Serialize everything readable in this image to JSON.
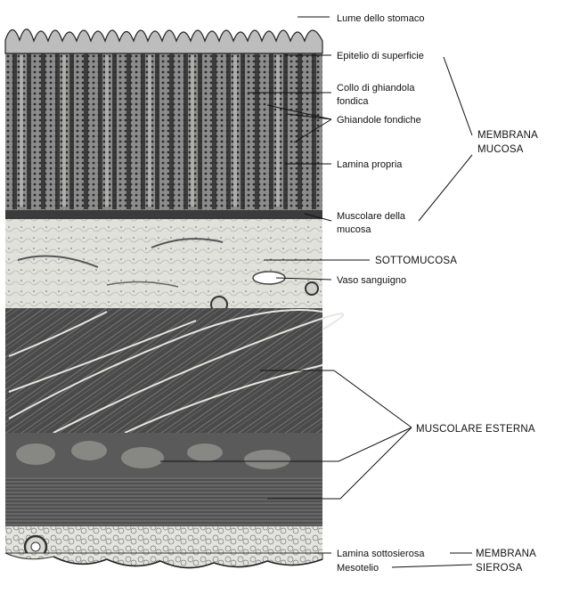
{
  "labels": {
    "lume": "Lume dello stomaco",
    "epitelio": "Epitelio di superficie",
    "collo_1": "Collo di ghiandola",
    "collo_2": "fondica",
    "ghiandole": "Ghiandole fondiche",
    "lamina_propria": "Lamina propria",
    "muscolare_mucosa_1": "Muscolare della",
    "muscolare_mucosa_2": "mucosa",
    "sottomucosa": "SOTTOMUCOSA",
    "vaso": "Vaso sanguigno",
    "muscolare_esterna": "MUSCOLARE ESTERNA",
    "lamina_sottosierosa": "Lamina sottosierosa",
    "mesotelio": "Mesotelio"
  },
  "groups": {
    "membrana_mucosa_1": "MEMBRANA",
    "membrana_mucosa_2": "MUCOSA",
    "membrana_sierosa_1": "MEMBRANA",
    "membrana_sierosa_2": "SIEROSA"
  },
  "colors": {
    "mucosa": "#9a9a9a",
    "mucosa_dark": "#3c3c3c",
    "submucosa": "#dcdcd6",
    "muscle": "#555555",
    "muscle_fiber": "#e9e9e6",
    "serosa": "#d7d7d2"
  }
}
